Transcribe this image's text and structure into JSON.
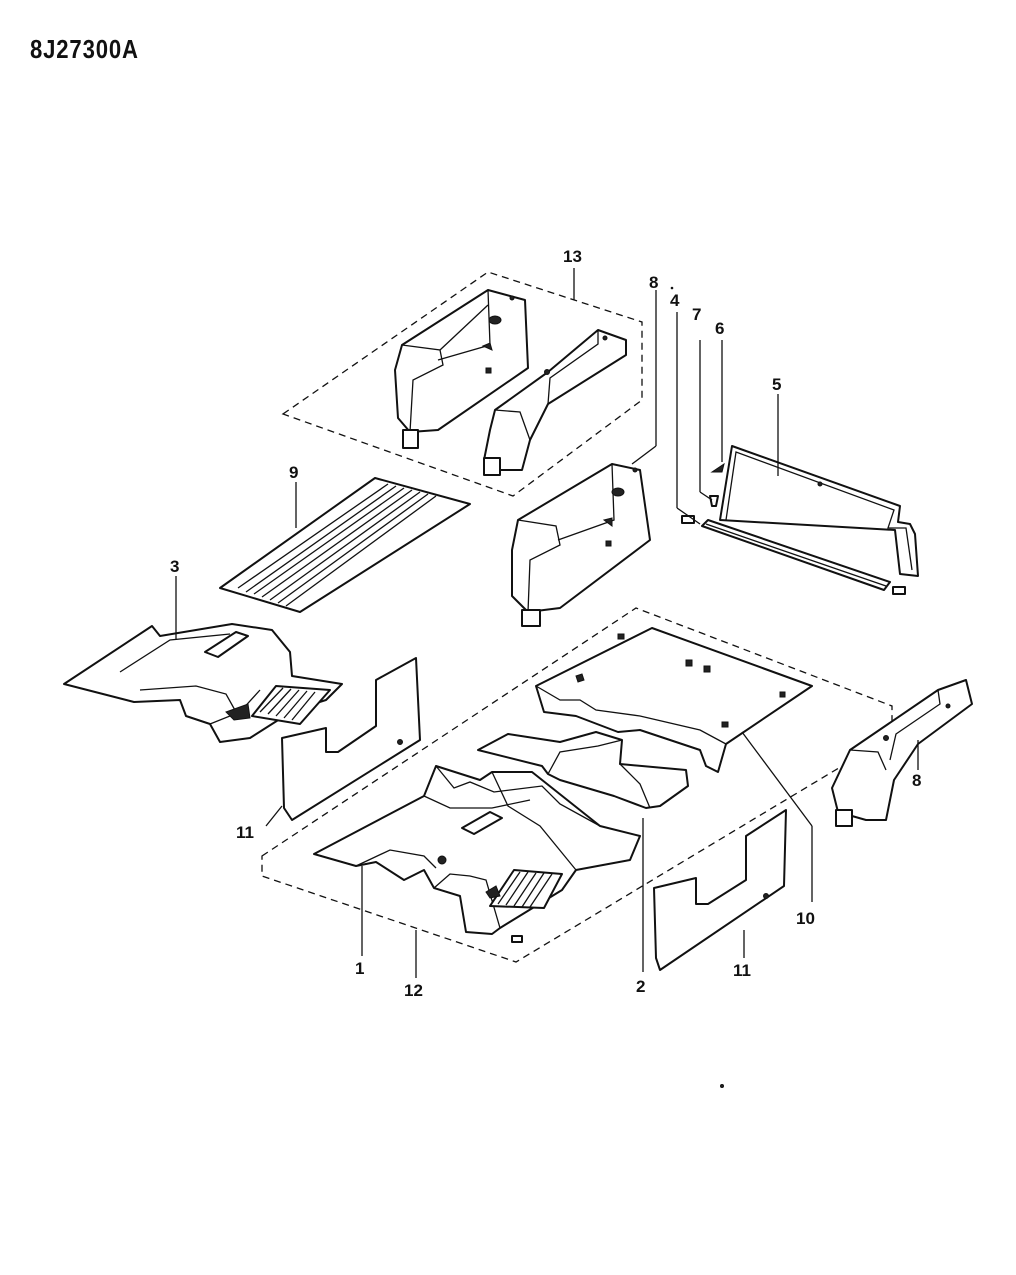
{
  "figure_ref": "8J27300A",
  "callouts": {
    "c1": "1",
    "c2": "2",
    "c3": "3",
    "c4": "4",
    "c5": "5",
    "c6": "6",
    "c7": "7",
    "c8a": "8",
    "c8b": "8",
    "c9": "9",
    "c10": "10",
    "c11a": "11",
    "c11b": "11",
    "c12": "12",
    "c13": "13"
  }
}
